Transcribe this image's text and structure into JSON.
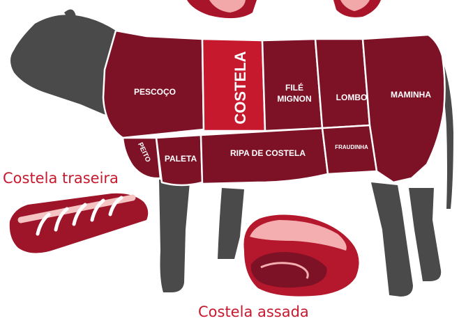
{
  "cuts": {
    "pescoco": "PESCOÇO",
    "costela": "COSTELA",
    "file_line1": "FILÉ",
    "file_line2": "MIGNON",
    "lombo": "LOMBO",
    "maminha": "MAMINHA",
    "peito": "PEITO",
    "paleta": "PALETA",
    "ripa": "RIPA DE COSTELA",
    "fraudinha": "FRAUDINHA"
  },
  "captions": {
    "rear_rib": "Costela traseira",
    "roast_rib": "Costela assada"
  },
  "colors": {
    "body": "#7d1226",
    "highlight": "#c7192e",
    "divider": "#ffffff",
    "legs": "#4a4a4a",
    "caption": "#c7192e"
  }
}
